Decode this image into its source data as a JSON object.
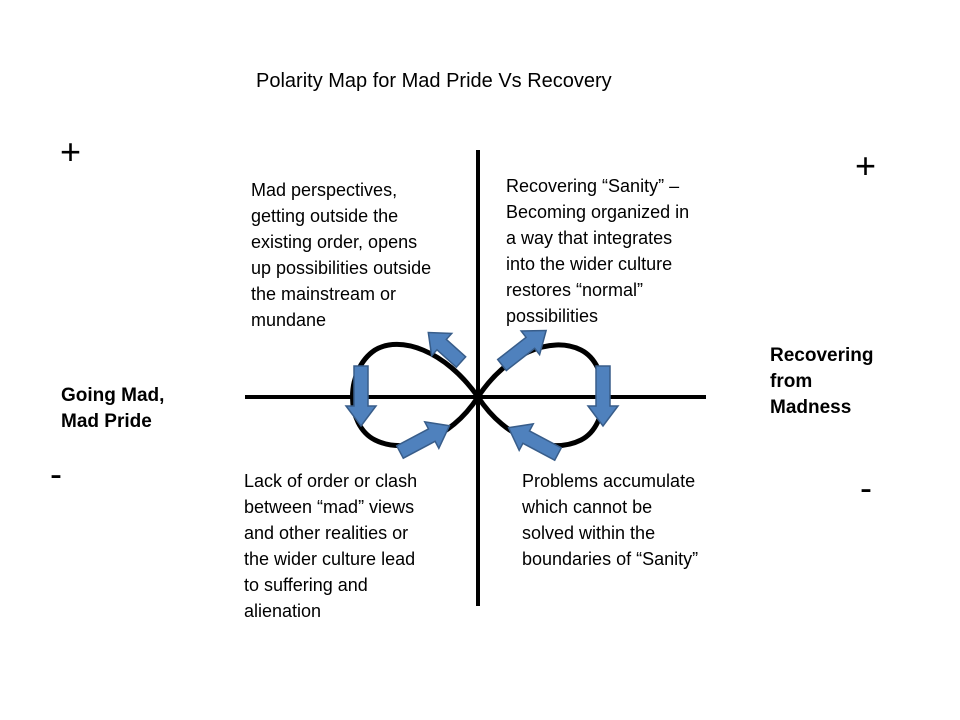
{
  "title": "Polarity Map for Mad Pride Vs Recovery",
  "signs": {
    "top_left": "+",
    "top_right": "+",
    "bottom_left": "-",
    "bottom_right": "-"
  },
  "left_pole": {
    "lines": [
      "Going Mad,",
      "Mad Pride"
    ]
  },
  "right_pole": {
    "lines": [
      "Recovering",
      "from",
      "Madness"
    ]
  },
  "quadrants": {
    "upper_left": {
      "lines": [
        "Mad perspectives,",
        "getting outside the",
        "existing order, opens",
        "up possibilities outside",
        "the mainstream or",
        "mundane"
      ]
    },
    "upper_right": {
      "lines": [
        "Recovering “Sanity” –",
        "Becoming organized in",
        "a way that integrates",
        "into the wider culture",
        "restores “normal”",
        "possibilities"
      ]
    },
    "lower_left": {
      "lines": [
        "Lack of order or clash",
        "between “mad” views",
        "and other realities or",
        "the wider culture lead",
        "to suffering and",
        "alienation"
      ]
    },
    "lower_right": {
      "lines": [
        "Problems accumulate",
        "which cannot be",
        "solved within the",
        "boundaries of “Sanity”"
      ]
    }
  },
  "colors": {
    "arrow_fill": "#4F81BD",
    "arrow_stroke": "#385D8A",
    "axis": "#000000"
  },
  "icons": {
    "arrows": [
      "arrow-up-right-icon",
      "arrow-down-icon",
      "arrow-up-right-icon",
      "arrow-up-right-icon",
      "arrow-down-icon",
      "arrow-up-left-icon"
    ]
  }
}
